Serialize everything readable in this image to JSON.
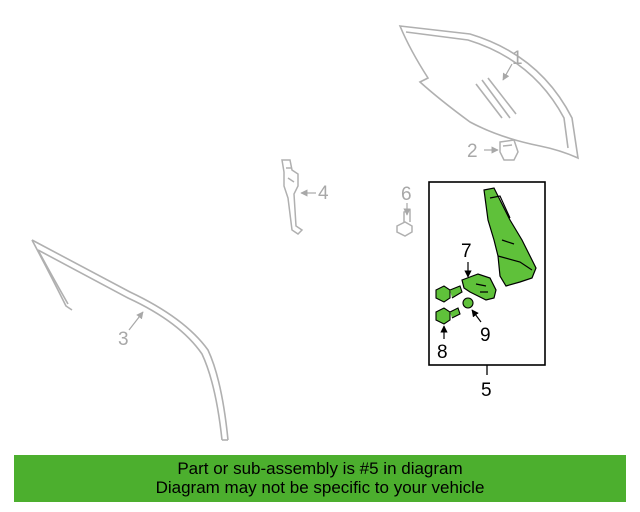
{
  "diagram": {
    "callouts": {
      "c1": "1",
      "c2": "2",
      "c3": "3",
      "c4": "4",
      "c5": "5",
      "c6": "6",
      "c7": "7",
      "c8": "8",
      "c9": "9"
    },
    "highlighted_part": "5",
    "colors": {
      "highlight": "#5fc13a",
      "ghost": "#b0b0b0",
      "banner": "#4caf2e"
    }
  },
  "banner": {
    "line1": "Part or sub-assembly is #5 in diagram",
    "line2": "Diagram may not be specific to your vehicle"
  }
}
